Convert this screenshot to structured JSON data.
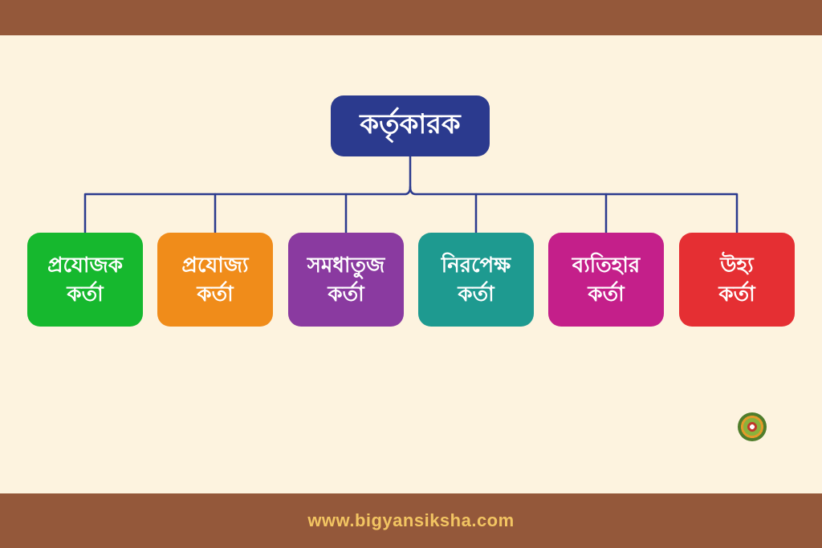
{
  "root": {
    "label": "কর্তৃকারক",
    "color": "#2b3a8e"
  },
  "children": [
    {
      "line1": "প্রযোজক",
      "line2": "কর্তা",
      "color": "#16b82e"
    },
    {
      "line1": "প্রযোজ্য",
      "line2": "কর্তা",
      "color": "#f08c1a"
    },
    {
      "line1": "সমধাতুজ",
      "line2": "কর্তা",
      "color": "#8a3aa0"
    },
    {
      "line1": "নিরপেক্ষ",
      "line2": "কর্তা",
      "color": "#1e9a90"
    },
    {
      "line1": "ব্যতিহার",
      "line2": "কর্তা",
      "color": "#c41f8a"
    },
    {
      "line1": "উহ্য",
      "line2": "কর্তা",
      "color": "#e52f33"
    }
  ],
  "footer": {
    "url": "www.bigyansiksha.com"
  },
  "colors": {
    "band": "#94583a",
    "background": "#fdf3df",
    "url_text": "#f2c462",
    "connector": "#2b3a8e"
  }
}
